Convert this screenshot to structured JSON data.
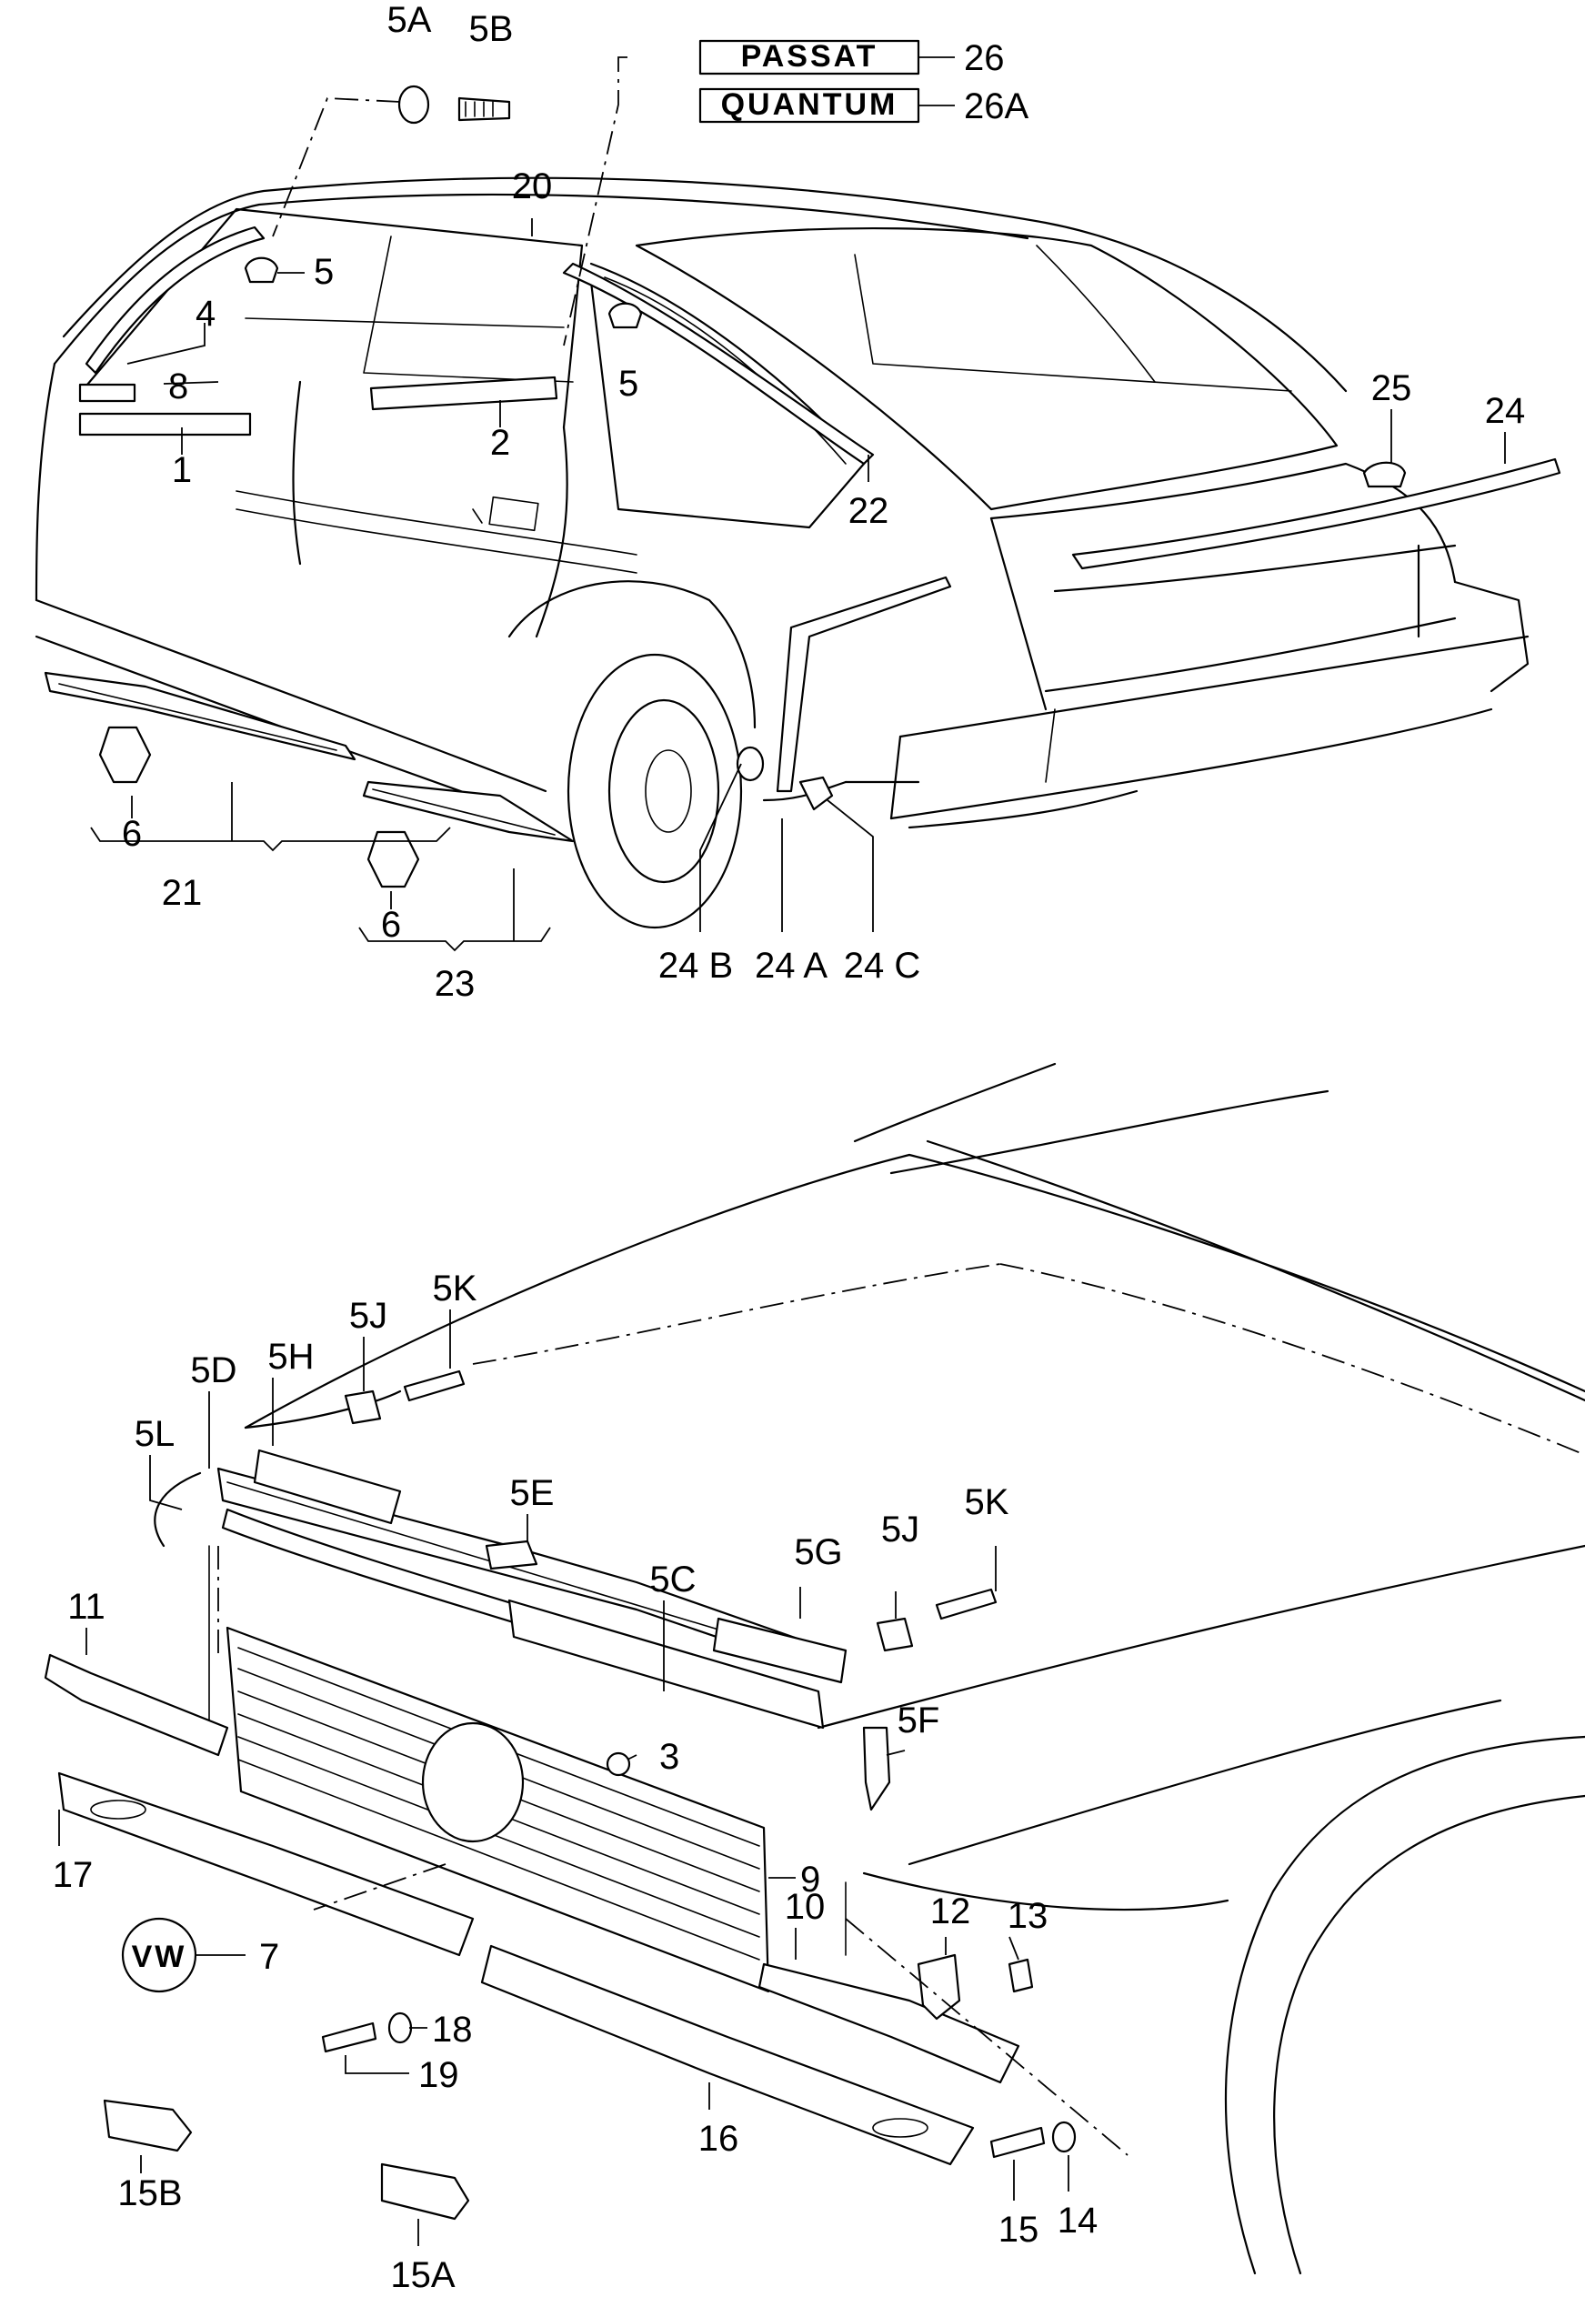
{
  "badges": {
    "passat": "PASSAT",
    "quantum": "QUANTUM",
    "vw_emblem": "VW"
  },
  "callouts": {
    "c5A": "5A",
    "c5B": "5B",
    "c26": "26",
    "c26A": "26A",
    "c20": "20",
    "c5_top": "5",
    "c4": "4",
    "c5_pillar": "5",
    "c8": "8",
    "c1": "1",
    "c2": "2",
    "c22": "22",
    "c25": "25",
    "c24": "24",
    "c6_left": "6",
    "c21": "21",
    "c6_right": "6",
    "c23": "23",
    "c24B": "24 B",
    "c24A": "24 A",
    "c24C": "24 C",
    "c5K_top": "5K",
    "c5J_top": "5J",
    "c5H": "5H",
    "c5D": "5D",
    "c5L": "5L",
    "c5E": "5E",
    "c5G": "5G",
    "c5J_right": "5J",
    "c5K_right": "5K",
    "c11": "11",
    "c5C": "5C",
    "c3": "3",
    "c5F": "5F",
    "c17": "17",
    "c9": "9",
    "c12": "12",
    "c10": "10",
    "c13": "13",
    "c7": "7",
    "c18": "18",
    "c19": "19",
    "c15B": "15B",
    "c16": "16",
    "c15": "15",
    "c14": "14",
    "c15A": "15A"
  }
}
